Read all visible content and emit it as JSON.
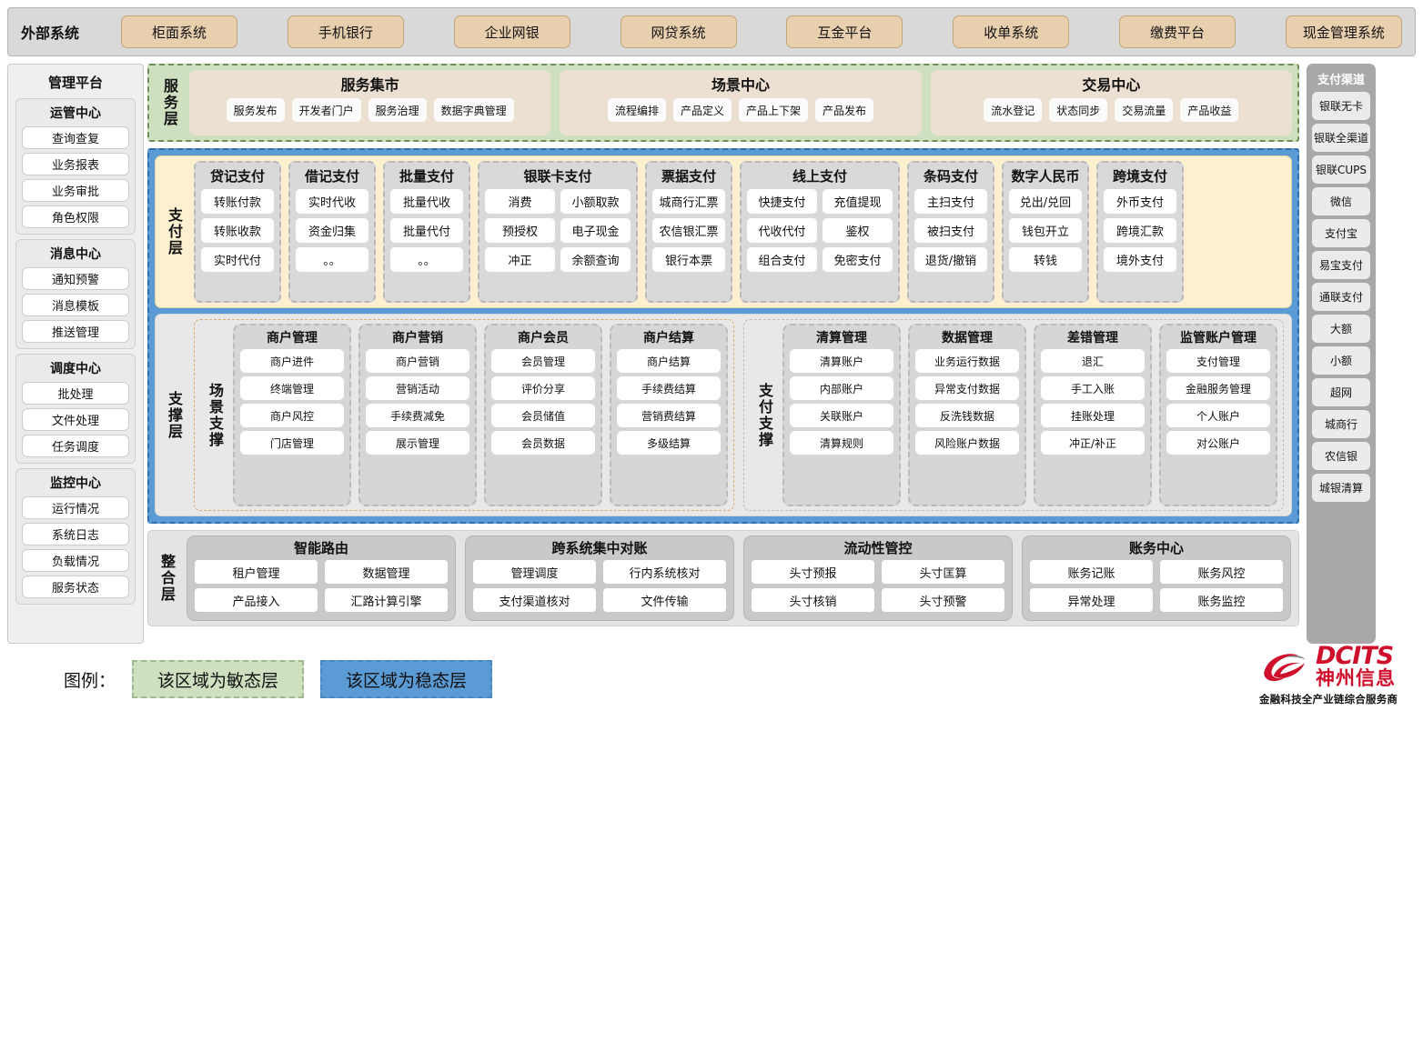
{
  "external": {
    "title": "外部系统",
    "items": [
      "柜面系统",
      "手机银行",
      "企业网银",
      "网贷系统",
      "互金平台",
      "收单系统",
      "缴费平台",
      "现金管理系统"
    ]
  },
  "management": {
    "title": "管理平台",
    "groups": [
      {
        "title": "运管中心",
        "items": [
          "查询查复",
          "业务报表",
          "业务审批",
          "角色权限"
        ]
      },
      {
        "title": "消息中心",
        "items": [
          "通知预警",
          "消息模板",
          "推送管理"
        ]
      },
      {
        "title": "调度中心",
        "items": [
          "批处理",
          "文件处理",
          "任务调度"
        ]
      },
      {
        "title": "监控中心",
        "items": [
          "运行情况",
          "系统日志",
          "负载情况",
          "服务状态"
        ]
      }
    ]
  },
  "channels": {
    "title": "支付渠道",
    "items": [
      "银联无卡",
      "银联全渠道",
      "银联CUPS",
      "微信",
      "支付宝",
      "易宝支付",
      "通联支付",
      "大额",
      "小额",
      "超网",
      "城商行",
      "农信银",
      "城银清算"
    ]
  },
  "service_layer": {
    "label": "服务层",
    "groups": [
      {
        "title": "服务集市",
        "items": [
          "服务发布",
          "开发者门户",
          "服务治理",
          "数据字典管理"
        ]
      },
      {
        "title": "场景中心",
        "items": [
          "流程编排",
          "产品定义",
          "产品上下架",
          "产品发布"
        ]
      },
      {
        "title": "交易中心",
        "items": [
          "流水登记",
          "状态同步",
          "交易流量",
          "产品收益"
        ]
      }
    ]
  },
  "payment_layer": {
    "label": "支付层",
    "columns": [
      {
        "title": "贷记支付",
        "width": "w1",
        "rows": [
          [
            "转账付款"
          ],
          [
            "转账收款"
          ],
          [
            "实时代付"
          ]
        ]
      },
      {
        "title": "借记支付",
        "width": "w1",
        "rows": [
          [
            "实时代收"
          ],
          [
            "资金归集"
          ],
          [
            "。。"
          ]
        ]
      },
      {
        "title": "批量支付",
        "width": "w1",
        "rows": [
          [
            "批量代收"
          ],
          [
            "批量代付"
          ],
          [
            "。。"
          ]
        ]
      },
      {
        "title": "银联卡支付",
        "width": "w2",
        "rows": [
          [
            "消费",
            "小额取款"
          ],
          [
            "预授权",
            "电子现金"
          ],
          [
            "冲正",
            "余额查询"
          ]
        ]
      },
      {
        "title": "票据支付",
        "width": "w1",
        "rows": [
          [
            "城商行汇票"
          ],
          [
            "农信银汇票"
          ],
          [
            "银行本票"
          ]
        ]
      },
      {
        "title": "线上支付",
        "width": "w2",
        "rows": [
          [
            "快捷支付",
            "充值提现"
          ],
          [
            "代收代付",
            "鉴权"
          ],
          [
            "组合支付",
            "免密支付"
          ]
        ]
      },
      {
        "title": "条码支付",
        "width": "w1",
        "rows": [
          [
            "主扫支付"
          ],
          [
            "被扫支付"
          ],
          [
            "退货/撤销"
          ]
        ]
      },
      {
        "title": "数字人民币",
        "width": "w1",
        "rows": [
          [
            "兑出/兑回"
          ],
          [
            "钱包开立"
          ],
          [
            "转钱"
          ]
        ]
      },
      {
        "title": "跨境支付",
        "width": "w1",
        "rows": [
          [
            "外币支付"
          ],
          [
            "跨境汇款"
          ],
          [
            "境外支付"
          ]
        ]
      }
    ]
  },
  "support_layer": {
    "label": "支撑层",
    "halves": [
      {
        "label": "场景支撑",
        "kind": "scene",
        "columns": [
          {
            "title": "商户管理",
            "items": [
              "商户进件",
              "终端管理",
              "商户风控",
              "门店管理"
            ]
          },
          {
            "title": "商户营销",
            "items": [
              "商户营销",
              "营销活动",
              "手续费减免",
              "展示管理"
            ]
          },
          {
            "title": "商户会员",
            "items": [
              "会员管理",
              "评价分享",
              "会员储值",
              "会员数据"
            ]
          },
          {
            "title": "商户结算",
            "items": [
              "商户结算",
              "手续费结算",
              "营销费结算",
              "多级结算"
            ]
          }
        ]
      },
      {
        "label": "支付支撑",
        "kind": "paysup",
        "columns": [
          {
            "title": "清算管理",
            "items": [
              "清算账户",
              "内部账户",
              "关联账户",
              "清算规则"
            ]
          },
          {
            "title": "数据管理",
            "items": [
              "业务运行数据",
              "异常支付数据",
              "反洗钱数据",
              "风险账户数据"
            ]
          },
          {
            "title": "差错管理",
            "items": [
              "退汇",
              "手工入账",
              "挂账处理",
              "冲正/补正"
            ]
          },
          {
            "title": "监管账户管理",
            "items": [
              "支付管理",
              "金融服务管理",
              "个人账户",
              "对公账户"
            ]
          }
        ]
      }
    ]
  },
  "integration_layer": {
    "label": "整合层",
    "groups": [
      {
        "title": "智能路由",
        "rows": [
          [
            "租户管理",
            "数据管理"
          ],
          [
            "产品接入",
            "汇路计算引擎"
          ]
        ]
      },
      {
        "title": "跨系统集中对账",
        "rows": [
          [
            "管理调度",
            "行内系统核对"
          ],
          [
            "支付渠道核对",
            "文件传输"
          ]
        ]
      },
      {
        "title": "流动性管控",
        "rows": [
          [
            "头寸预报",
            "头寸匡算"
          ],
          [
            "头寸核销",
            "头寸预警"
          ]
        ]
      },
      {
        "title": "账务中心",
        "rows": [
          [
            "账务记账",
            "账务风控"
          ],
          [
            "异常处理",
            "账务监控"
          ]
        ]
      }
    ]
  },
  "legend": {
    "label": "图例：",
    "agile_text": "该区域为敏态层",
    "stable_text": "该区域为稳态层",
    "agile_color": "#cfe0c1",
    "stable_color": "#5b9bd5"
  },
  "logo": {
    "en": "DCITS",
    "cn": "神州信息",
    "tagline": "金融科技全产业链综合服务商",
    "color": "#cf102d"
  }
}
